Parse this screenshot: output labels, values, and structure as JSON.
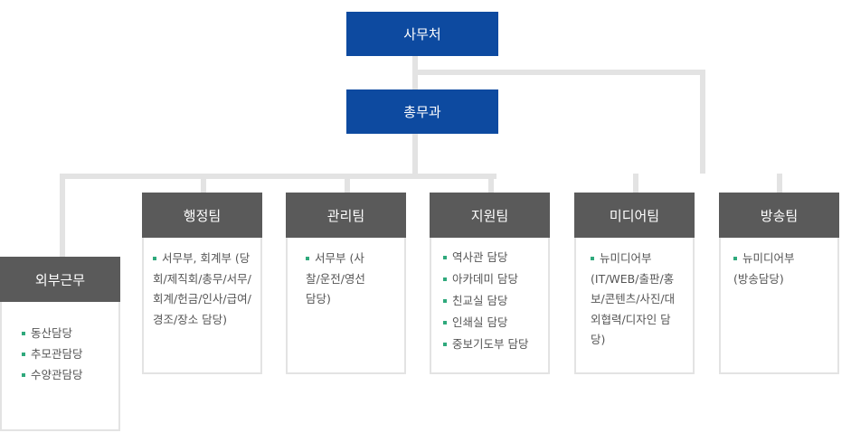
{
  "top": {
    "label": "사무처"
  },
  "mid": {
    "label": "총무과"
  },
  "teams": {
    "external": {
      "title": "외부근무",
      "items": [
        "동산담당",
        "추모관담당",
        "수양관담당"
      ]
    },
    "admin": {
      "title": "행정팀",
      "item": "서무부, 회계부 (당회/제직회/총무/서무/회계/헌금/인사/급여/경조/장소 담당)"
    },
    "manage": {
      "title": "관리팀",
      "item": "서무부 (사찰/운전/영선 담당)"
    },
    "support": {
      "title": "지원팀",
      "items": [
        "역사관 담당",
        "아카데미 담당",
        "친교실 담당",
        "인쇄실 담당",
        "중보기도부 담당"
      ]
    },
    "media": {
      "title": "미디어팀",
      "item": "뉴미디어부 (IT/WEB/출판/홍보/콘텐츠/사진/대외협력/디자인 담당)"
    },
    "broadcast": {
      "title": "방송팀",
      "item": "뉴미디어부 (방송담당)"
    }
  },
  "colors": {
    "top_box": "#0d4aa0",
    "team_header": "#5a5a5a",
    "connector": "#e3e3e3",
    "bullet": "#2fa97c"
  }
}
